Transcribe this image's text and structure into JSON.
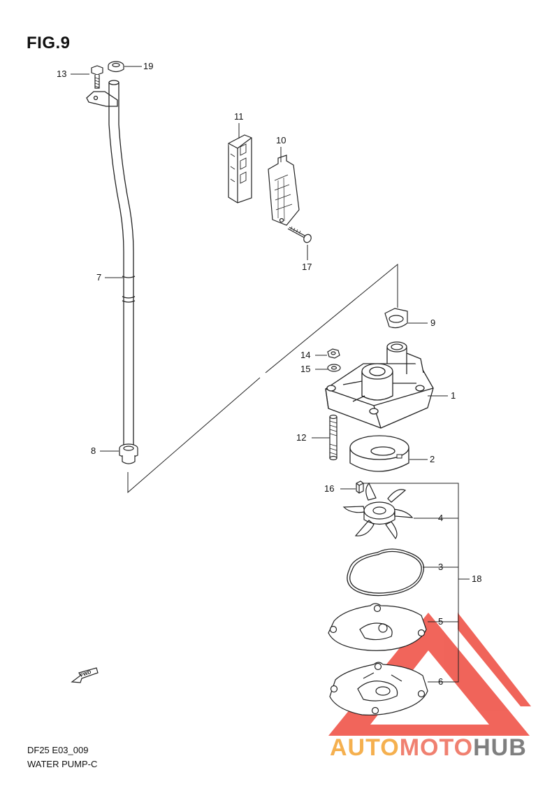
{
  "figure": {
    "title": "FIG.9",
    "code": "DF25 E03_009",
    "name": "WATER PUMP-C"
  },
  "callouts": [
    {
      "id": "c13",
      "label": "13"
    },
    {
      "id": "c19",
      "label": "19"
    },
    {
      "id": "c11",
      "label": "11"
    },
    {
      "id": "c10",
      "label": "10"
    },
    {
      "id": "c17",
      "label": "17"
    },
    {
      "id": "c7",
      "label": "7"
    },
    {
      "id": "c9",
      "label": "9"
    },
    {
      "id": "c14",
      "label": "14"
    },
    {
      "id": "c15",
      "label": "15"
    },
    {
      "id": "c1",
      "label": "1"
    },
    {
      "id": "c12",
      "label": "12"
    },
    {
      "id": "c2",
      "label": "2"
    },
    {
      "id": "c8",
      "label": "8"
    },
    {
      "id": "c16",
      "label": "16"
    },
    {
      "id": "c4",
      "label": "4"
    },
    {
      "id": "c3",
      "label": "3"
    },
    {
      "id": "c18",
      "label": "18"
    },
    {
      "id": "c5",
      "label": "5"
    },
    {
      "id": "c6",
      "label": "6"
    }
  ],
  "direction_arrow": {
    "label": "FWD",
    "icon": "forward-arrow-icon"
  },
  "watermark": {
    "text_parts": [
      "AUTO",
      "MOTO",
      "HUB"
    ],
    "colors": {
      "auto": "#f5b04f",
      "moto": "#f08070",
      "hub": "#7f7f7f",
      "emblem": "#ee4a3e"
    }
  }
}
